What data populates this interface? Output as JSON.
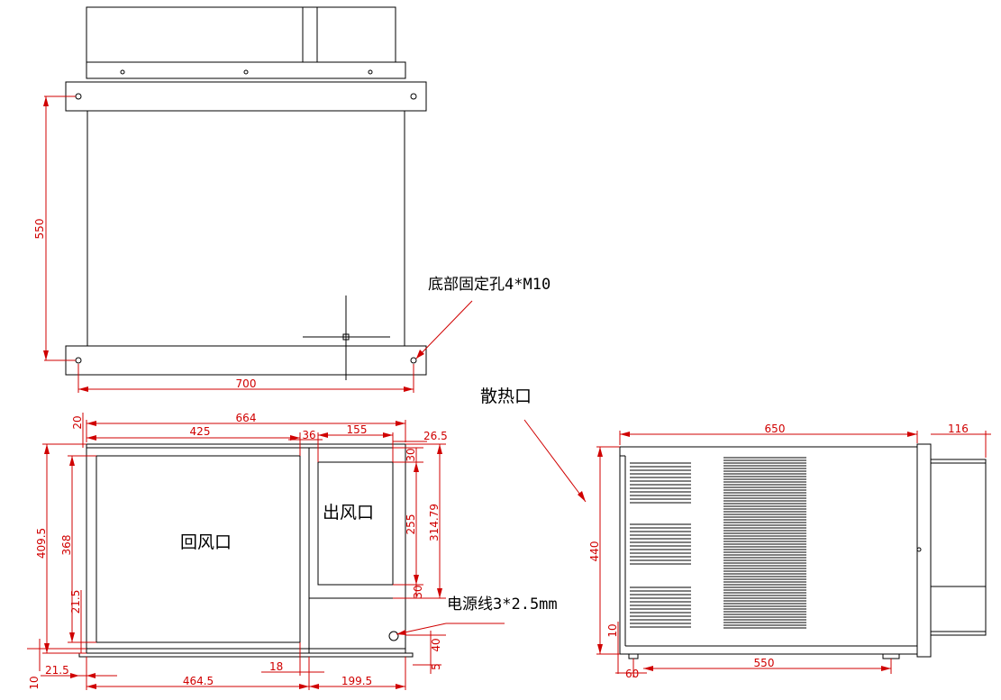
{
  "labels": {
    "bottom_fixing_holes": "底部固定孔4*M10",
    "heat_vent": "散热口",
    "return_air": "回风口",
    "air_outlet": "出风口",
    "power_cord": "电源线3*2.5mm"
  },
  "dimensions": {
    "top_height": "550",
    "top_width": "700",
    "front_width": "664",
    "front_left": "425",
    "front_gap": "36",
    "front_outlet_w": "155",
    "front_right_margin": "26.5",
    "front_top_margin": "20",
    "front_outlet_top": "30",
    "front_outlet_bottom": "30",
    "front_total_h": "409.5",
    "front_inner_h": "368",
    "front_inner_bottom": "21.5",
    "front_outlet_h": "255",
    "front_outlet_full": "314.79",
    "front_base_h": "40",
    "front_base_small": "5",
    "front_foot_h": "10",
    "front_foot_left": "21.5",
    "front_bottom_left": "464.5",
    "front_bottom_right": "199.5",
    "front_bottom_18": "18",
    "side_width": "650",
    "side_ext": "116",
    "side_height": "440",
    "side_foot_h": "10",
    "side_foot_offset": "60",
    "side_foot_span": "550"
  },
  "colors": {
    "outline": "#000000",
    "dimension": "#d00000"
  }
}
